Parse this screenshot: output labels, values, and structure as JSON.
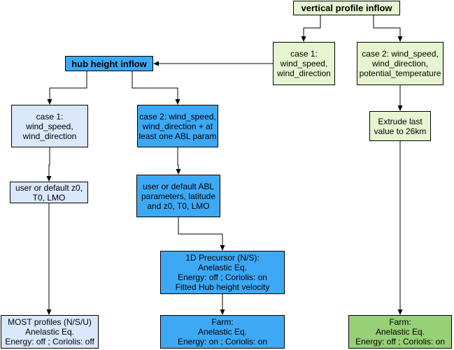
{
  "colors": {
    "light_green": "#e6f5d0",
    "mid_green": "#97d077",
    "light_blue": "#dae8fc",
    "blue": "#3da9f5",
    "border": "#000000"
  },
  "nodes": {
    "vertical_profile": {
      "lines": [
        "vertical profile inflow"
      ],
      "fill": "light_green"
    },
    "hub_height": {
      "lines": [
        "hub height inflow"
      ],
      "fill": "blue"
    },
    "vp_case1": {
      "lines": [
        "case 1:",
        "wind_speed,",
        "wind_direction"
      ],
      "fill": "light_green"
    },
    "vp_case2": {
      "lines": [
        "case 2: wind_speed,",
        "wind_direction,",
        "potential_temperature"
      ],
      "fill": "light_green"
    },
    "extrude": {
      "lines": [
        "Extrude last",
        "value to 26km"
      ],
      "fill": "light_green"
    },
    "farm_right": {
      "lines": [
        "Farm:",
        "Anelastic Eq.",
        "Energy: off ; Coriolis: on"
      ],
      "fill": "mid_green"
    },
    "hh_case1": {
      "lines": [
        "case 1:",
        "wind_speed,",
        "wind_direction"
      ],
      "fill": "light_blue"
    },
    "hh_case2": {
      "lines": [
        "case 2: wind_speed,",
        "wind_direction + at",
        "least one ABL param"
      ],
      "fill": "blue"
    },
    "user_default_left": {
      "lines": [
        "user or default z0,",
        "T0, LMO"
      ],
      "fill": "light_blue"
    },
    "user_default_mid": {
      "lines": [
        "user or default ABL",
        "parameters, latitude",
        "and z0, T0, LMO"
      ],
      "fill": "blue"
    },
    "precursor": {
      "lines": [
        "1D Precursor (N/S):",
        "Anelastic Eq.",
        "Energy: off ; Coriolis: on",
        "Fitted Hub height velocity"
      ],
      "fill": "blue"
    },
    "most_profiles": {
      "lines": [
        "MOST profiles (N/S/U)",
        "Anelastic Eq.",
        "Energy: off ; Coriolis: off"
      ],
      "fill": "light_blue"
    },
    "farm_mid": {
      "lines": [
        "Farm:",
        "Anelastic Eq.",
        "Energy: on ; Coriolis: on"
      ],
      "fill": "blue"
    }
  }
}
